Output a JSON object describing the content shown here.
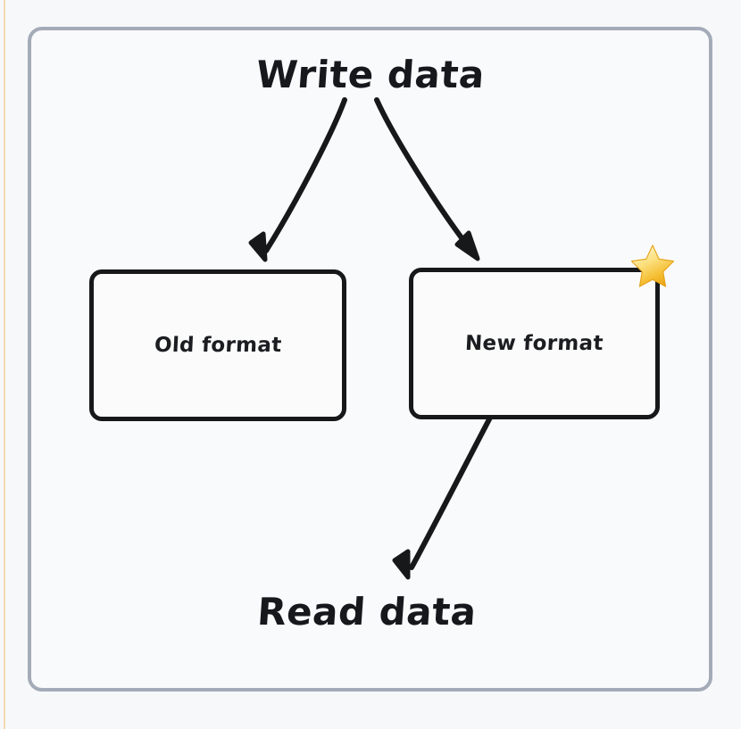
{
  "page": {
    "background_color": "#f7f8fa",
    "accent_strip_color": "#f3d9b1",
    "frame_border_color": "#a4abb8"
  },
  "diagram": {
    "type": "flowchart",
    "style": "hand-drawn",
    "title_top": "Write data",
    "title_bottom": "Read data",
    "nodes": [
      {
        "id": "old-format",
        "label": "Old format",
        "shape": "rounded-rectangle",
        "stroke_color": "#17181a",
        "fill_color": "#fbfbfc",
        "badge": null
      },
      {
        "id": "new-format",
        "label": "New format",
        "shape": "rounded-rectangle",
        "stroke_color": "#17181a",
        "fill_color": "#fbfbfc",
        "badge": "star-icon"
      }
    ],
    "edges": [
      {
        "id": "write-to-old",
        "from": "Write data",
        "to": "Old format",
        "arrowhead": true
      },
      {
        "id": "write-to-new",
        "from": "Write data",
        "to": "New format",
        "arrowhead": true
      },
      {
        "id": "new-to-read",
        "from": "New format",
        "to": "Read data",
        "arrowhead": true
      }
    ],
    "badge": {
      "name": "star-icon",
      "glyph": "star",
      "colors": {
        "highlight": "#fdf6c8",
        "body": "#f7c843",
        "shadow": "#e8a519"
      }
    }
  }
}
